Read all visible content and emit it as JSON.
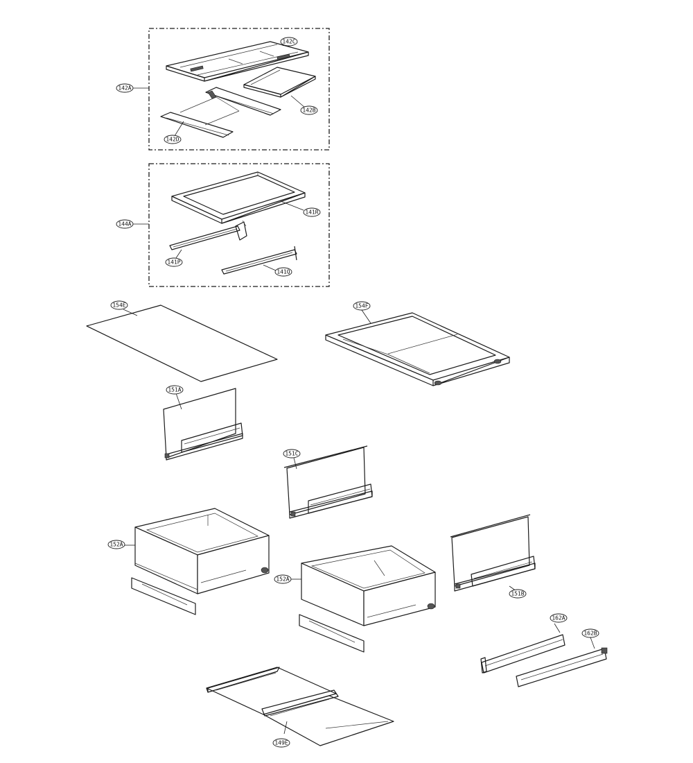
{
  "callouts": {
    "c142C": "142C",
    "c142A": "142A",
    "c142B": "142B",
    "c142D": "142D",
    "c141R": "141R",
    "c144A": "144A",
    "c141P": "141P",
    "c141Q": "141Q",
    "c154E": "154E",
    "c154F": "154F",
    "c151A": "151A",
    "c151C": "151C",
    "c152A_left": "152A",
    "c152A_right": "152A",
    "c151B": "151B",
    "c162A": "162A",
    "c162B": "162B",
    "c149E": "149E"
  }
}
